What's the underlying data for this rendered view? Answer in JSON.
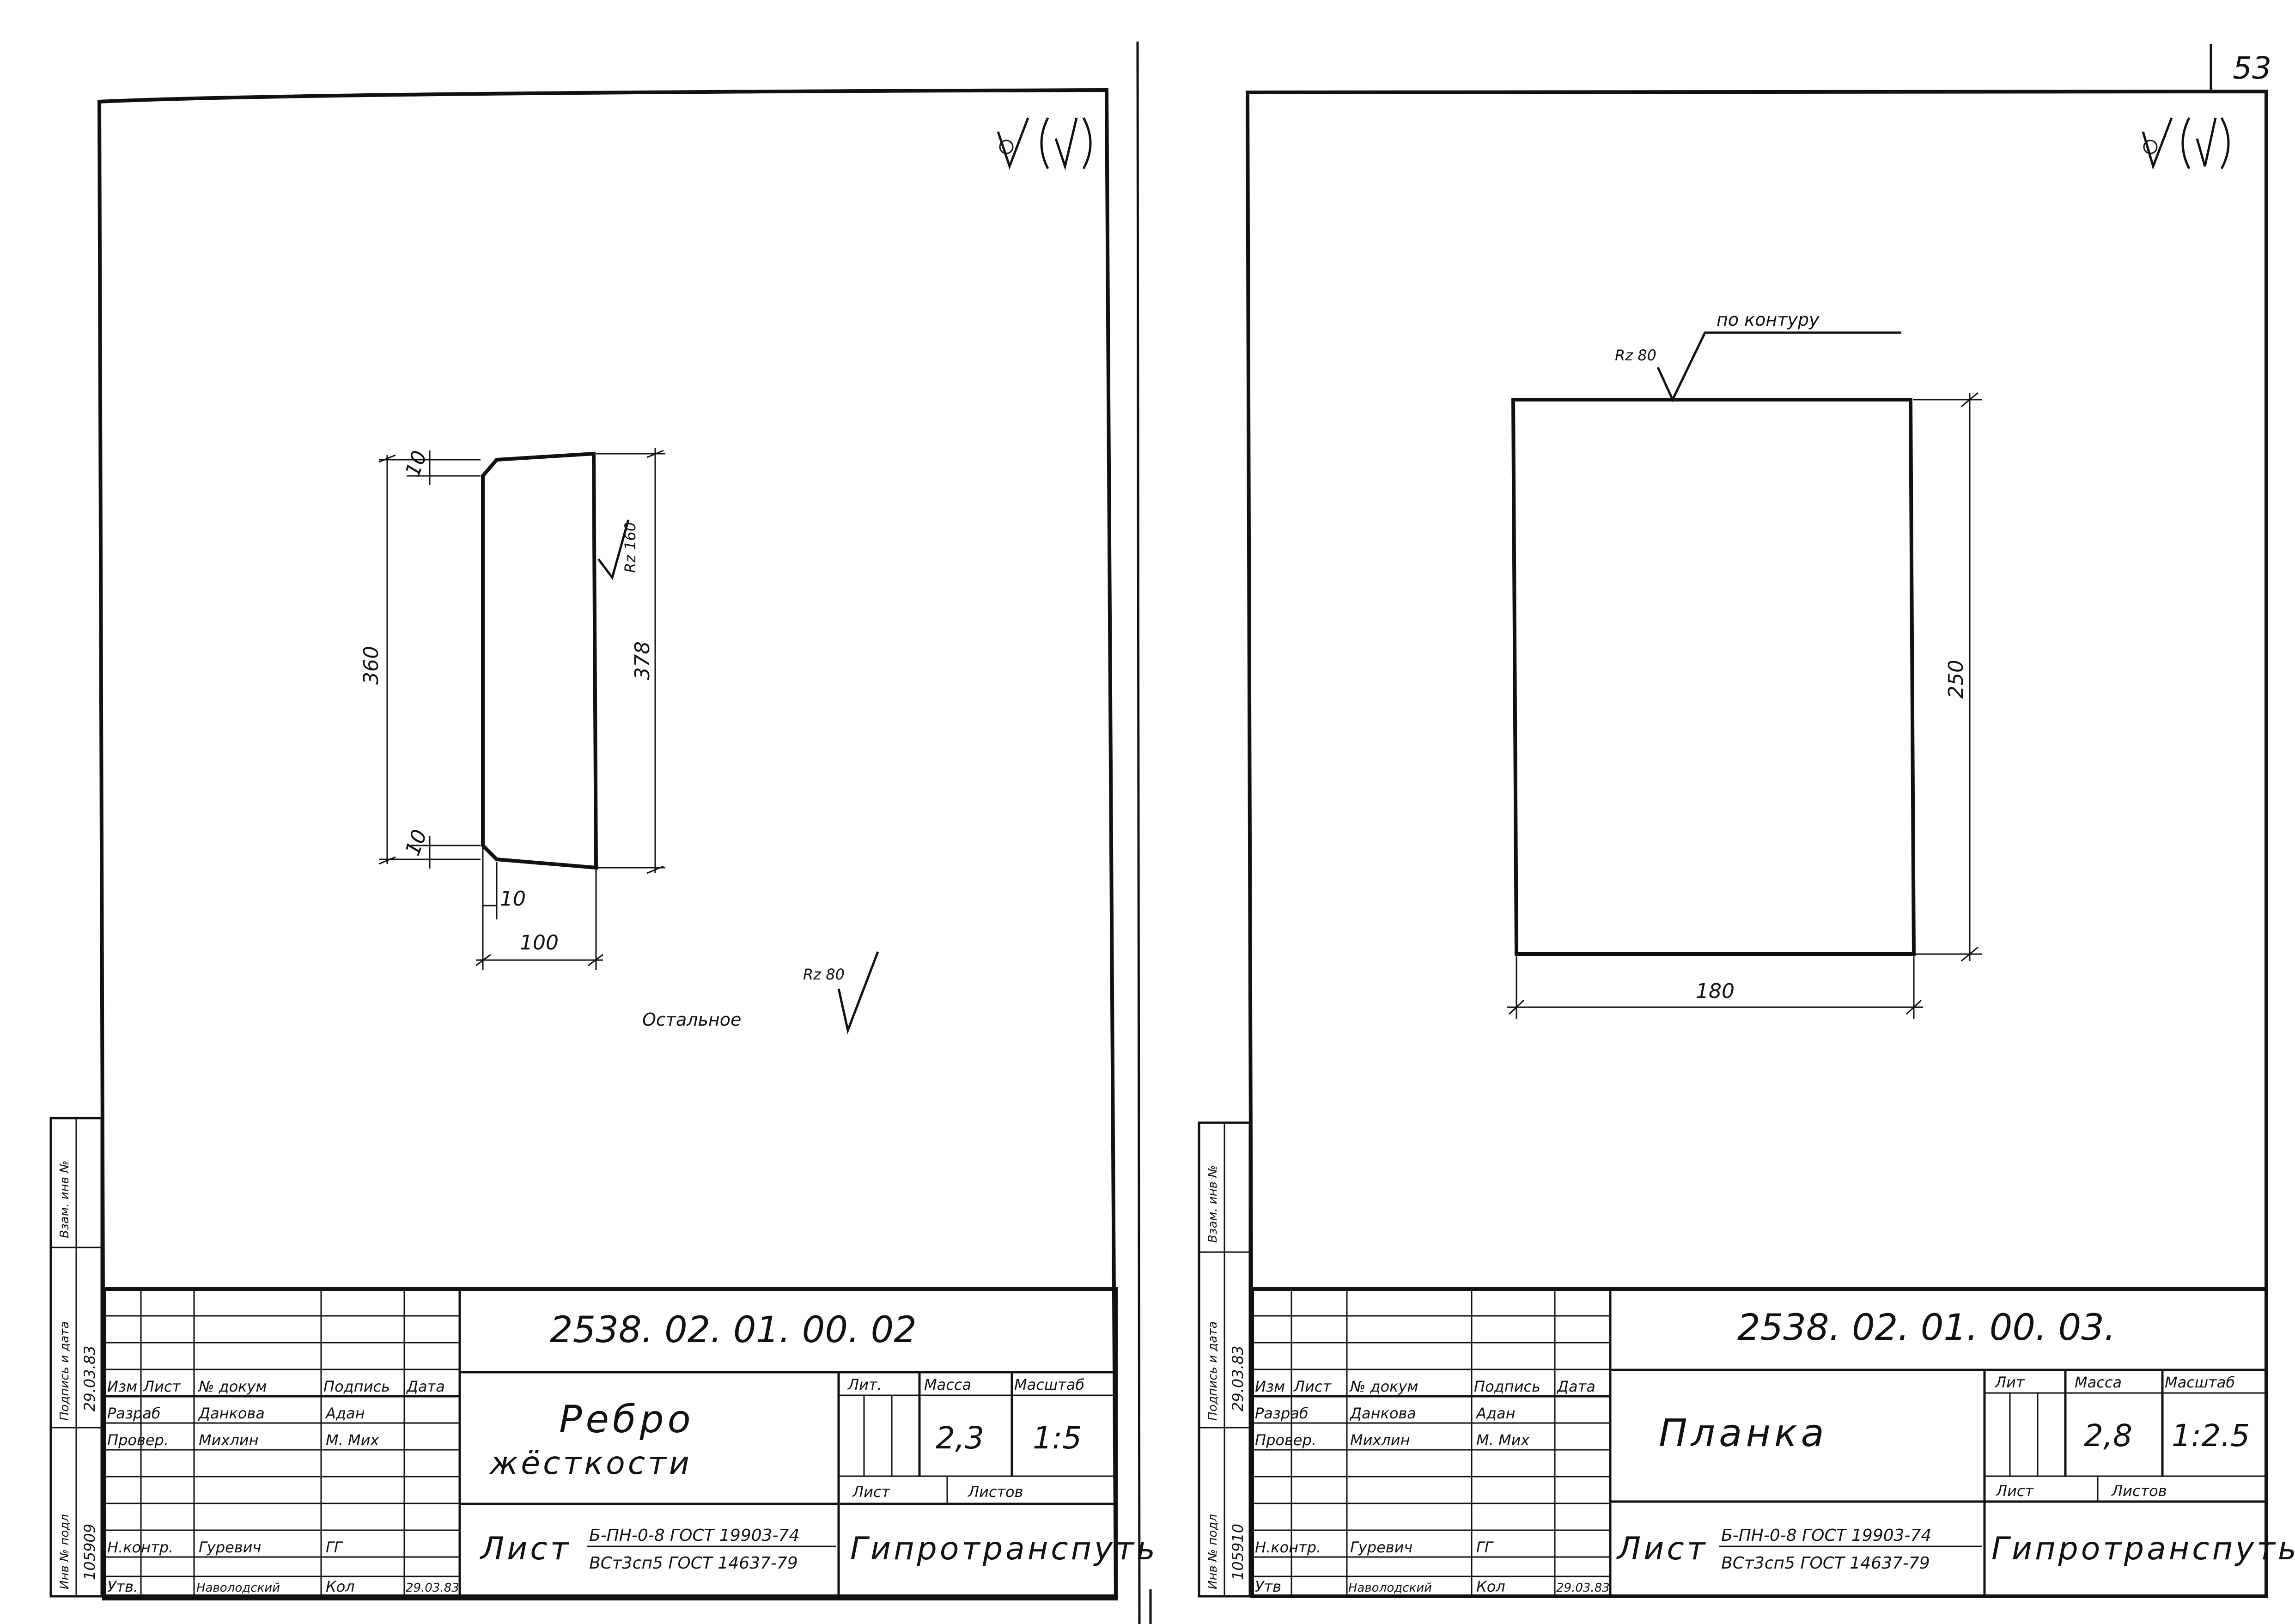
{
  "page_number": "53",
  "rough_symbol": "√ (√)",
  "sheets": [
    {
      "code": "2538. 02. 01. 00. 02",
      "title_line1": "Ребро",
      "title_line2": "жёсткости",
      "stamp_headers": {
        "izm": "Изм",
        "list": "Лист",
        "doc": "№ докум",
        "sign": "Подпись",
        "date": "Дата"
      },
      "roles": [
        {
          "role": "Разраб",
          "name": "Данкова",
          "sign": "Адан"
        },
        {
          "role": "Провер.",
          "name": "Михлин",
          "sign": "М. Мих"
        },
        {
          "role": "Н.контр.",
          "name": "Гуревич",
          "sign": "ГГ"
        },
        {
          "role": "Утв.",
          "name": "Наволодский",
          "sign": "Кол",
          "date": "29.03.83"
        }
      ],
      "lit_label": "Лит.",
      "mass_label": "Масса",
      "scale_label": "Масштаб",
      "mass": "2,3",
      "scale": "1:5",
      "sheet_label": "Лист",
      "sheets_label": "Листов",
      "material_prefix": "Лист",
      "material_top": "Б-ПН-0-8 ГОСТ 19903-74",
      "material_bottom": "ВСт3сп5 ГОСТ 14637-79",
      "organization": "Гипротранспуть",
      "side_labels": {
        "inv_no": "Инв № подл",
        "inv_value": "105909",
        "sign_date": "Подпись и дата",
        "sign_date_value": "29.03.83",
        "vzam": "Взам. инв №"
      },
      "dims": {
        "d10_top": "10",
        "d360": "360",
        "d378": "378",
        "d10_bottom": "10",
        "d10_small": "10",
        "d100": "100",
        "rough_edge": "Rz 160"
      },
      "note_rest": "Остальное",
      "note_rz": "Rz 80"
    },
    {
      "code": "2538. 02. 01. 00. 03.",
      "title_line1": "Планка",
      "stamp_headers": {
        "izm": "Изм",
        "list": "Лист",
        "doc": "№ докум",
        "sign": "Подпись",
        "date": "Дата"
      },
      "roles": [
        {
          "role": "Разраб",
          "name": "Данкова",
          "sign": "Адан"
        },
        {
          "role": "Провер.",
          "name": "Михлин",
          "sign": "М. Мих"
        },
        {
          "role": "Н.контр.",
          "name": "Гуревич",
          "sign": "ГГ"
        },
        {
          "role": "Утв",
          "name": "Наволодский",
          "sign": "Кол",
          "date": "29.03.83"
        }
      ],
      "lit_label": "Лит",
      "mass_label": "Масса",
      "scale_label": "Масштаб",
      "mass": "2,8",
      "scale": "1:2.5",
      "sheet_label": "Лист",
      "sheets_label": "Листов",
      "material_prefix": "Лист",
      "material_top": "Б-ПН-0-8 ГОСТ 19903-74",
      "material_bottom": "ВСт3сп5 ГОСТ 14637-79",
      "organization": "Гипротранспуть",
      "side_labels": {
        "inv_no": "Инв № подл",
        "inv_value": "105910",
        "sign_date": "Подпись и дата",
        "sign_date_value": "29.03.83",
        "vzam": "Взам. инв №"
      },
      "dims": {
        "d250": "250",
        "d180": "180"
      },
      "note_rz": "Rz 80",
      "note_contour": "по контуру"
    }
  ]
}
